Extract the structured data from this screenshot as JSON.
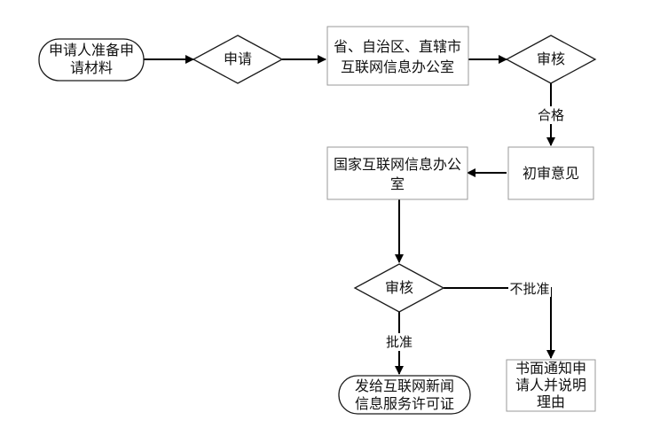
{
  "flowchart": {
    "nodes": {
      "start": {
        "line1": "申请人准备申",
        "line2": "请材料"
      },
      "apply": {
        "label": "申请"
      },
      "provincial_office": {
        "line1": "省、自治区、直辖市",
        "line2": "互联网信息办公室"
      },
      "review1": {
        "label": "审核"
      },
      "preliminary_opinion": {
        "label": "初审意见"
      },
      "national_office": {
        "line1": "国家互联网信息办公",
        "line2": "室"
      },
      "review2": {
        "label": "审核"
      },
      "issue_license": {
        "line1": "发给互联网新闻",
        "line2": "信息服务许可证"
      },
      "written_notice": {
        "line1": "书面通知申",
        "line2": "请人并说明",
        "line3": "理由"
      }
    },
    "edge_labels": {
      "qualified": "合格",
      "approved": "批准",
      "not_approved": "不批准"
    }
  }
}
